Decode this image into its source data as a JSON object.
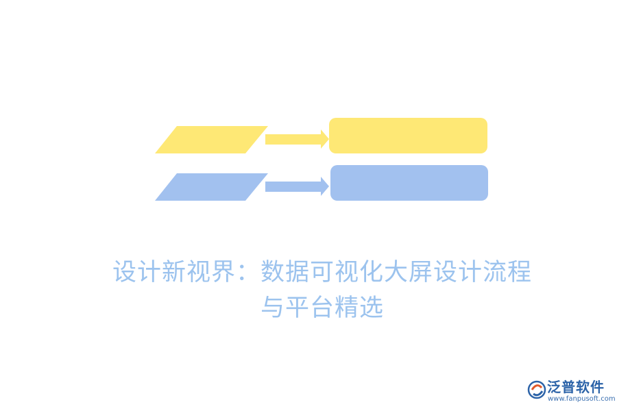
{
  "title": {
    "line1": "设计新视界：数据可视化大屏设计流程",
    "line2": "与平台精选"
  },
  "logo": {
    "name": "泛普软件",
    "url": "www.fanpusoft.com",
    "icon": "fanpu-logo-icon"
  },
  "colors": {
    "yellow": "#fee875",
    "blue": "#a2c1ef",
    "title": "#9cc3ee",
    "logo": "#2c63a8"
  }
}
